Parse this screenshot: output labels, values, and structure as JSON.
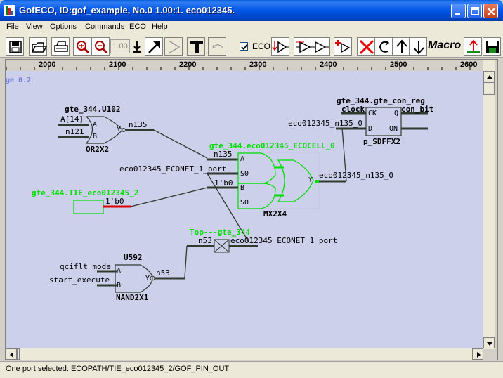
{
  "window": {
    "title": "GofECO, ID:gof_example, No.0 1.00:1. eco012345."
  },
  "menu": [
    "File",
    "View",
    "Options",
    "Commands",
    "ECO",
    "Help"
  ],
  "toolbar": {
    "zoom_value": "1.00",
    "eco_label": "ECO",
    "eco_checked": true,
    "macro_label": "Macro"
  },
  "ruler": {
    "ticks": [
      "2000",
      "2100",
      "2200",
      "2300",
      "2400",
      "2500",
      "2600"
    ]
  },
  "schematic": {
    "corner_label": "ge 0.2",
    "cells": {
      "or2": {
        "instance": "gte_344.U102",
        "type": "OR2X2",
        "pins": [
          "A",
          "B",
          "Y"
        ],
        "inputs": [
          "A[14]",
          "n121"
        ],
        "output": "n135"
      },
      "eco_cell": {
        "instance": "gte_344.eco012345_ECOCELL_0",
        "type": "MX2X4",
        "pins": [
          "A",
          "S0",
          "B",
          "S0",
          "Y"
        ],
        "inputs": [
          "n135",
          "eco012345_ECONET_1_port",
          "1'b0"
        ],
        "output": "eco012345_n135_0"
      },
      "dff": {
        "instance": "gte_344.gte_con_reg",
        "type": "p_SDFFX2",
        "pins": [
          "CK",
          "D",
          "Q",
          "QN"
        ],
        "inputs": [
          "clock",
          "eco012345_n135_0"
        ],
        "output": "con_bit"
      },
      "tie": {
        "instance": "gte_344.TIE_eco012345_2",
        "output": "1'b0"
      },
      "port": {
        "instance": "Top---gte_344",
        "input": "n53",
        "output": "eco012345_ECONET_1_port"
      },
      "nand": {
        "instance": "U592",
        "type": "NAND2X1",
        "pins": [
          "A",
          "B",
          "Y"
        ],
        "inputs": [
          "qciflt_mode",
          "start_execute"
        ],
        "output": "n53"
      }
    }
  },
  "status": "One port selected: ECOPATH/TIE_eco012345_2/GOF_PIN_OUT",
  "colors": {
    "canvas_bg": "#cdd0ea",
    "eco_green": "#00dd00",
    "selected_red": "#dd0000",
    "wire_dark": "#2e3b2e"
  }
}
